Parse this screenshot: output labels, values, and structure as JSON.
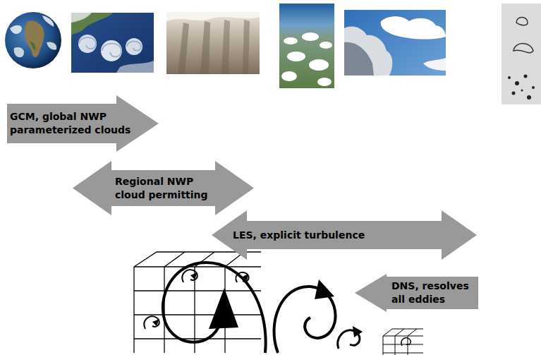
{
  "diagram": {
    "nodes": [
      {
        "text": [
          "GCM, global NWP parameterized clouds"
        ]
      },
      {
        "text": [
          "Regional NWP cloud permitting"
        ]
      },
      {
        "text": [
          "LES, explicit turbulence"
        ]
      },
      {
        "text": [
          "DNS, resolves all eddies"
        ]
      }
    ]
  }
}
